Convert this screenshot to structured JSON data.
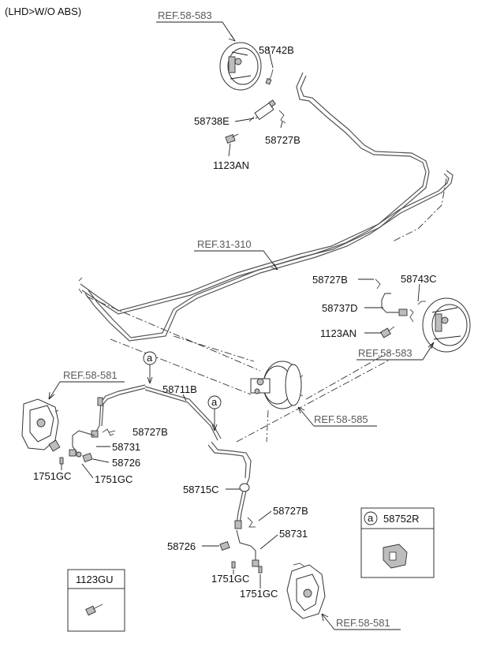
{
  "header": {
    "variant": "(LHD>W/O ABS)"
  },
  "refs": {
    "r1": "REF.58-583",
    "r2": "REF.31-310",
    "r3": "REF.58-583",
    "r4": "REF.58-581",
    "r5": "REF.58-585",
    "r6": "REF.58-581"
  },
  "parts": {
    "p58742B": "58742B",
    "p58738E": "58738E",
    "p58727B_top": "58727B",
    "p1123AN_top": "1123AN",
    "p58727B_right": "58727B",
    "p58743C": "58743C",
    "p58737D": "58737D",
    "p1123AN_right": "1123AN",
    "p58711B": "58711B",
    "p58727B_left": "58727B",
    "p58731_left": "58731",
    "p58726_left": "58726",
    "p1751GC_a": "1751GC",
    "p1751GC_b": "1751GC",
    "p58715C": "58715C",
    "p58727B_low": "58727B",
    "p58731_low": "58731",
    "p58726_low": "58726",
    "p1751GC_c": "1751GC",
    "p1751GC_d": "1751GC"
  },
  "callouts": {
    "a1": "a",
    "a2": "a",
    "a3": "a"
  },
  "legend": {
    "box1_part": "58752R",
    "box2_part": "1123GU"
  }
}
